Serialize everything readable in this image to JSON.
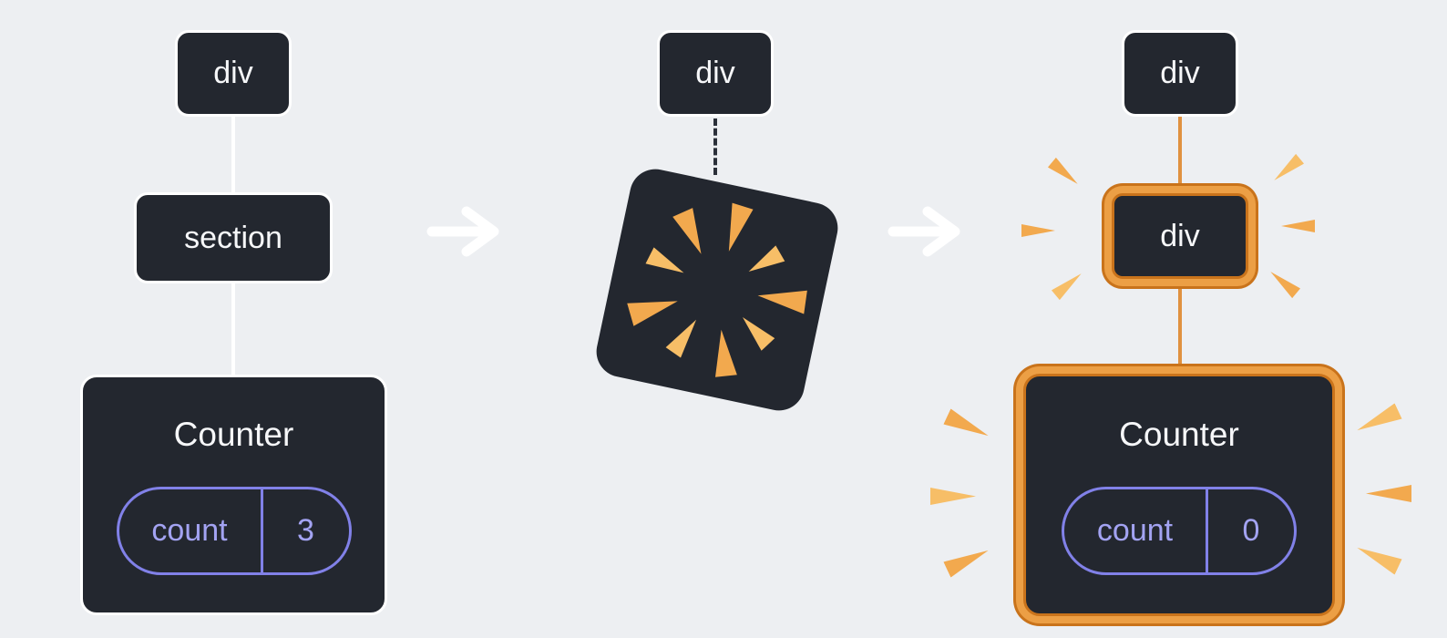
{
  "diagram": {
    "description": "Component tree change destroys subtree and resets state",
    "before_tree": {
      "root_label": "div",
      "child_label": "section",
      "component": {
        "title": "Counter",
        "state_key": "count",
        "state_value": "3"
      }
    },
    "transition": {
      "root_label": "div",
      "arrow_icon": "right-arrow",
      "explosion_icon": "poof-explosion"
    },
    "after_tree": {
      "root_label": "div",
      "new_child_label": "div",
      "component": {
        "title": "Counter",
        "state_key": "count",
        "state_value": "0"
      }
    },
    "colors": {
      "node_fill": "#23272F",
      "node_border": "#FFFFFF",
      "node_text": "#F6F7F9",
      "state_purple": "#8181E8",
      "state_text_purple": "#A3A3F2",
      "highlight_orange_dark": "#C9731B",
      "highlight_orange_light": "#EC9F45",
      "connector_orange": "#E09140",
      "spark_orange": "#F2A94E",
      "spark_orange_light": "#F7BE67",
      "arrow_white": "#FFFFFF",
      "background": "#EDEFF2"
    }
  }
}
